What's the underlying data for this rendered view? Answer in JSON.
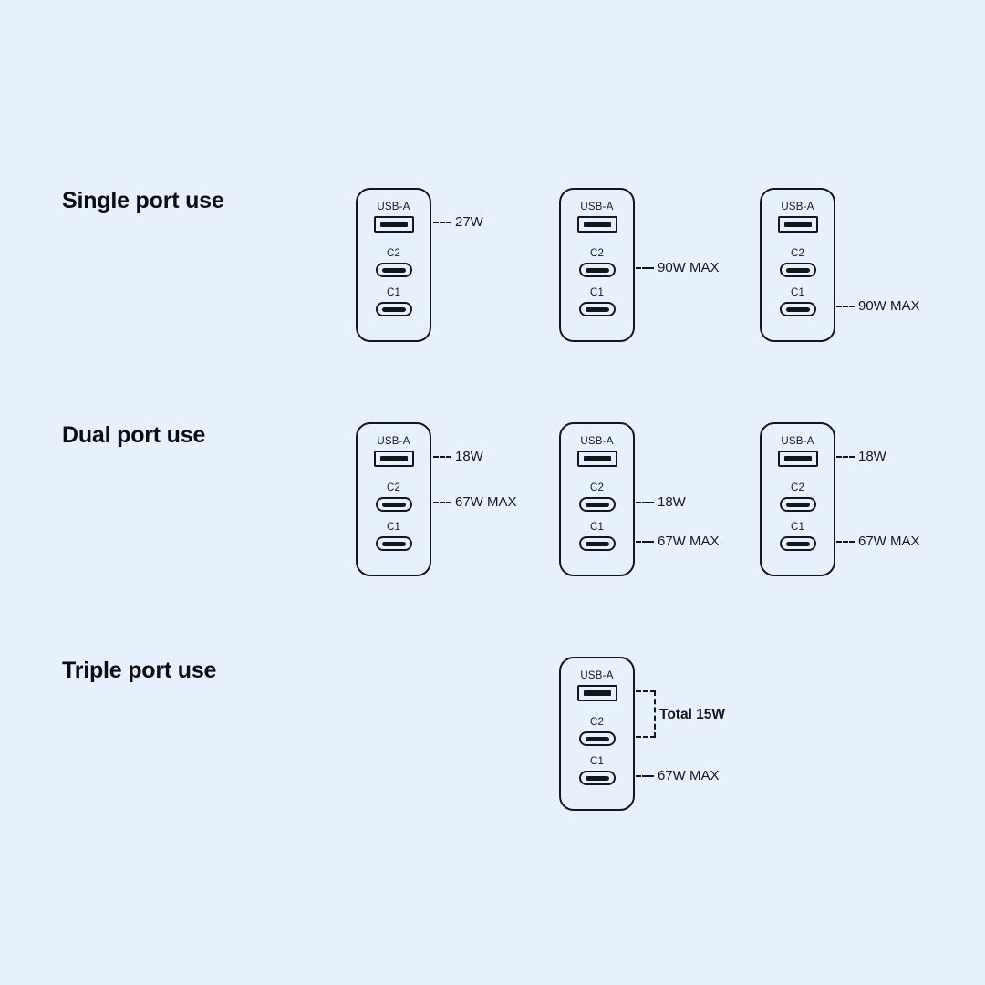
{
  "palette": {
    "background": "#e7f1fd",
    "ink": "#14171a"
  },
  "port_labels": {
    "usba": "USB-A",
    "c2": "C2",
    "c1": "C1"
  },
  "sections": [
    {
      "title": "Single port use",
      "chargers": [
        {
          "annotations": [
            {
              "port": "USB-A",
              "value": "27W"
            }
          ]
        },
        {
          "annotations": [
            {
              "port": "C2",
              "value": "90W MAX"
            }
          ]
        },
        {
          "annotations": [
            {
              "port": "C1",
              "value": "90W MAX"
            }
          ]
        }
      ]
    },
    {
      "title": "Dual port use",
      "chargers": [
        {
          "annotations": [
            {
              "port": "USB-A",
              "value": "18W"
            },
            {
              "port": "C2",
              "value": "67W MAX"
            }
          ]
        },
        {
          "annotations": [
            {
              "port": "C2",
              "value": "18W"
            },
            {
              "port": "C1",
              "value": "67W MAX"
            }
          ]
        },
        {
          "annotations": [
            {
              "port": "USB-A",
              "value": "18W"
            },
            {
              "port": "C1",
              "value": "67W MAX"
            }
          ]
        }
      ]
    },
    {
      "title": "Triple port use",
      "chargers": [
        {
          "annotations": [
            {
              "ports": "USB-A + C2",
              "value": "Total 15W",
              "style": "bracket"
            },
            {
              "port": "C1",
              "value": "67W MAX"
            }
          ]
        }
      ]
    }
  ]
}
